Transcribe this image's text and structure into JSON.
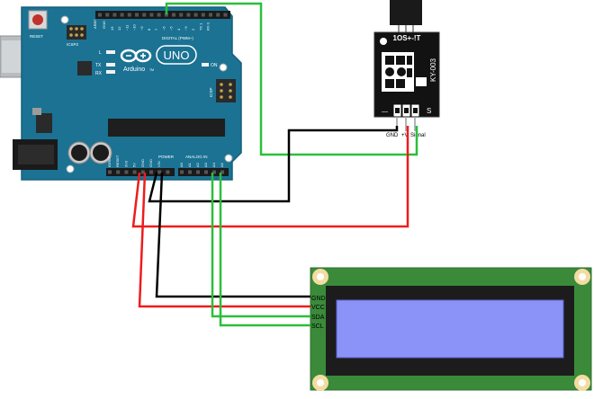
{
  "arduino": {
    "reset_label": "RESET",
    "icsp2_label": "ICSP2",
    "icsp_label": "ICSP",
    "l_label": "L",
    "tx_label": "TX",
    "rx_label": "RX",
    "brand_label": "Arduino",
    "tm_label": "TM",
    "model_label": "UNO",
    "on_label": "ON",
    "digital_label": "DIGITAL (PWM~)",
    "power_label": "POWER",
    "analog_label": "ANALOG IN",
    "aref_label": "AREF",
    "gnd_label": "GND",
    "digital_pins": [
      "13",
      "12",
      "~11",
      "~10",
      "~9",
      "8",
      "7",
      "~6",
      "~5",
      "4",
      "~3",
      "2",
      "TX 1",
      "RX 0"
    ],
    "power_pins": [
      "IOREF",
      "RESET",
      "3V3",
      "5V",
      "GND",
      "GND",
      "VIN"
    ],
    "analog_pins": [
      "A0",
      "A1",
      "A2",
      "A3",
      "A4",
      "A5"
    ],
    "board_color": "#1b7293",
    "board_edge_color": "#14607c"
  },
  "sensor": {
    "brand_label": "1OS+-!T",
    "model_label": "KY-003",
    "minus_label": "—",
    "s_label": "S",
    "pin_labels": [
      "GND",
      "+V",
      "Signal"
    ]
  },
  "lcd": {
    "pin_labels": [
      "GND",
      "VCC",
      "SDA",
      "SCL"
    ],
    "pcb_color": "#3a8a3a",
    "screen_color": "#8b93f8"
  },
  "wires": {
    "black": "#000000",
    "red": "#ee1c1c",
    "green": "#2bbf3a"
  }
}
